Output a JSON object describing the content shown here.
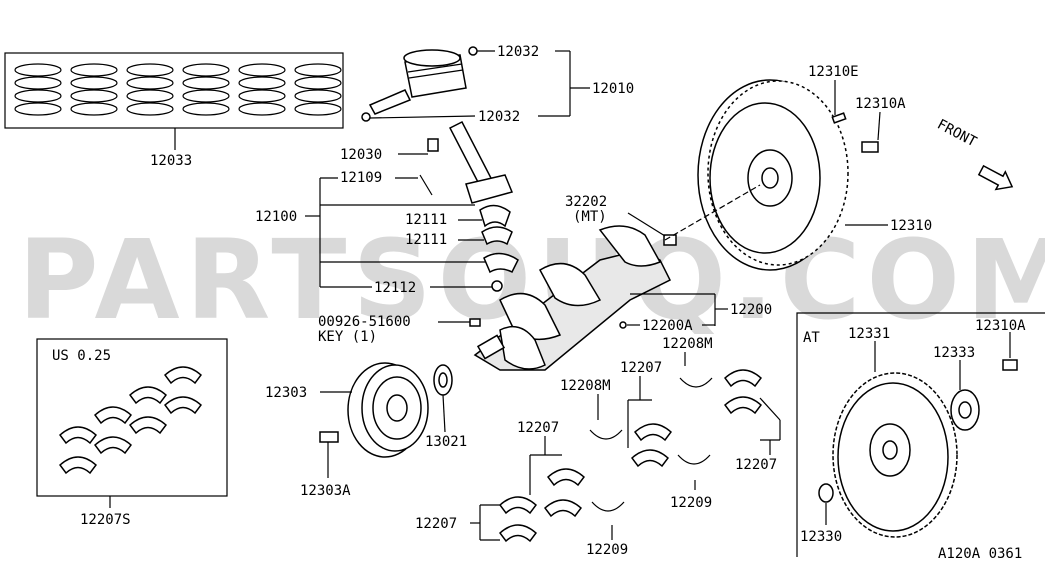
{
  "watermark": "PARTSOUQ.COM",
  "diagram_code": "A120A 0361",
  "direction_label": "FRONT",
  "boxes": {
    "us_label": "US 0.25",
    "at_label": "AT"
  },
  "parts": {
    "p12033": "12033",
    "p12032a": "12032",
    "p12032b": "12032",
    "p12010": "12010",
    "p12030": "12030",
    "p12109": "12109",
    "p12100": "12100",
    "p12111a": "12111",
    "p12111b": "12111",
    "p12112": "12112",
    "p32202": "32202",
    "p32202_note": "(MT)",
    "p12310E": "12310E",
    "p12310A": "12310A",
    "p12310": "12310",
    "p12200": "12200",
    "p12200A": "12200A",
    "p00926": "00926-51600",
    "p00926_note": "KEY (1)",
    "p12303": "12303",
    "p13021": "13021",
    "p12303A": "12303A",
    "p12207S": "12207S",
    "p12208Ma": "12208M",
    "p12208Mb": "12208M",
    "p12207a": "12207",
    "p12207b": "12207",
    "p12207c": "12207",
    "p12207d": "12207",
    "p12209a": "12209",
    "p12209b": "12209",
    "p12331": "12331",
    "p12310A_at": "12310A",
    "p12333": "12333",
    "p12330": "12330"
  }
}
